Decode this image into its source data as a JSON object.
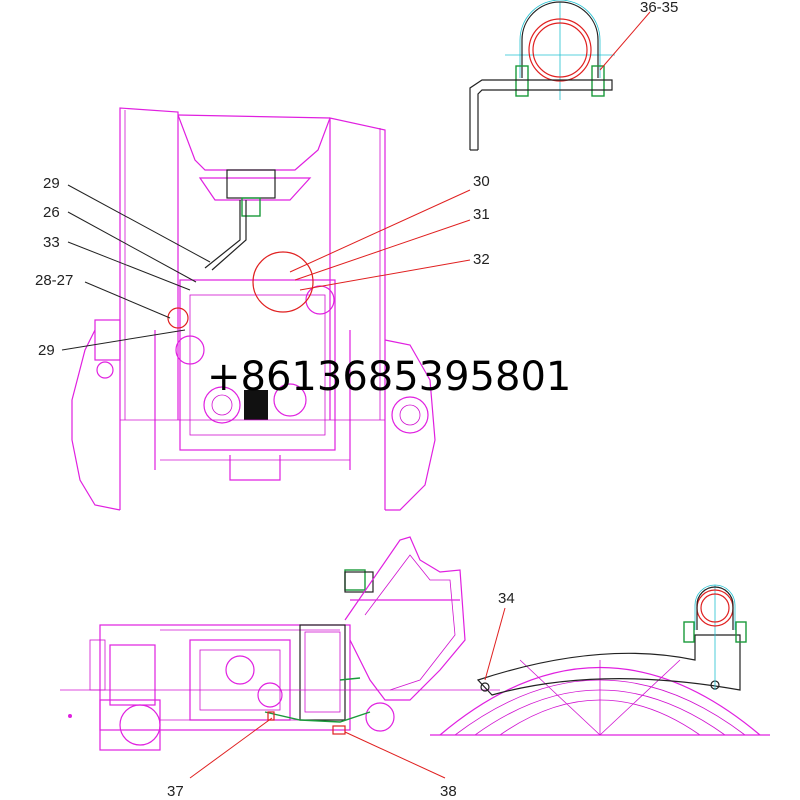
{
  "callouts": {
    "c_36_35": "36-35",
    "c_29a": "29",
    "c_26": "26",
    "c_33": "33",
    "c_28_27": "28-27",
    "c_29b": "29",
    "c_30": "30",
    "c_31": "31",
    "c_32": "32",
    "c_34": "34",
    "c_37": "37",
    "c_38": "38"
  },
  "watermark": "+8613685395801",
  "colors": {
    "outline": "#e020e0",
    "highlight": "#e02020",
    "bracket": "#222222",
    "pipe": "#1a9a3a"
  }
}
